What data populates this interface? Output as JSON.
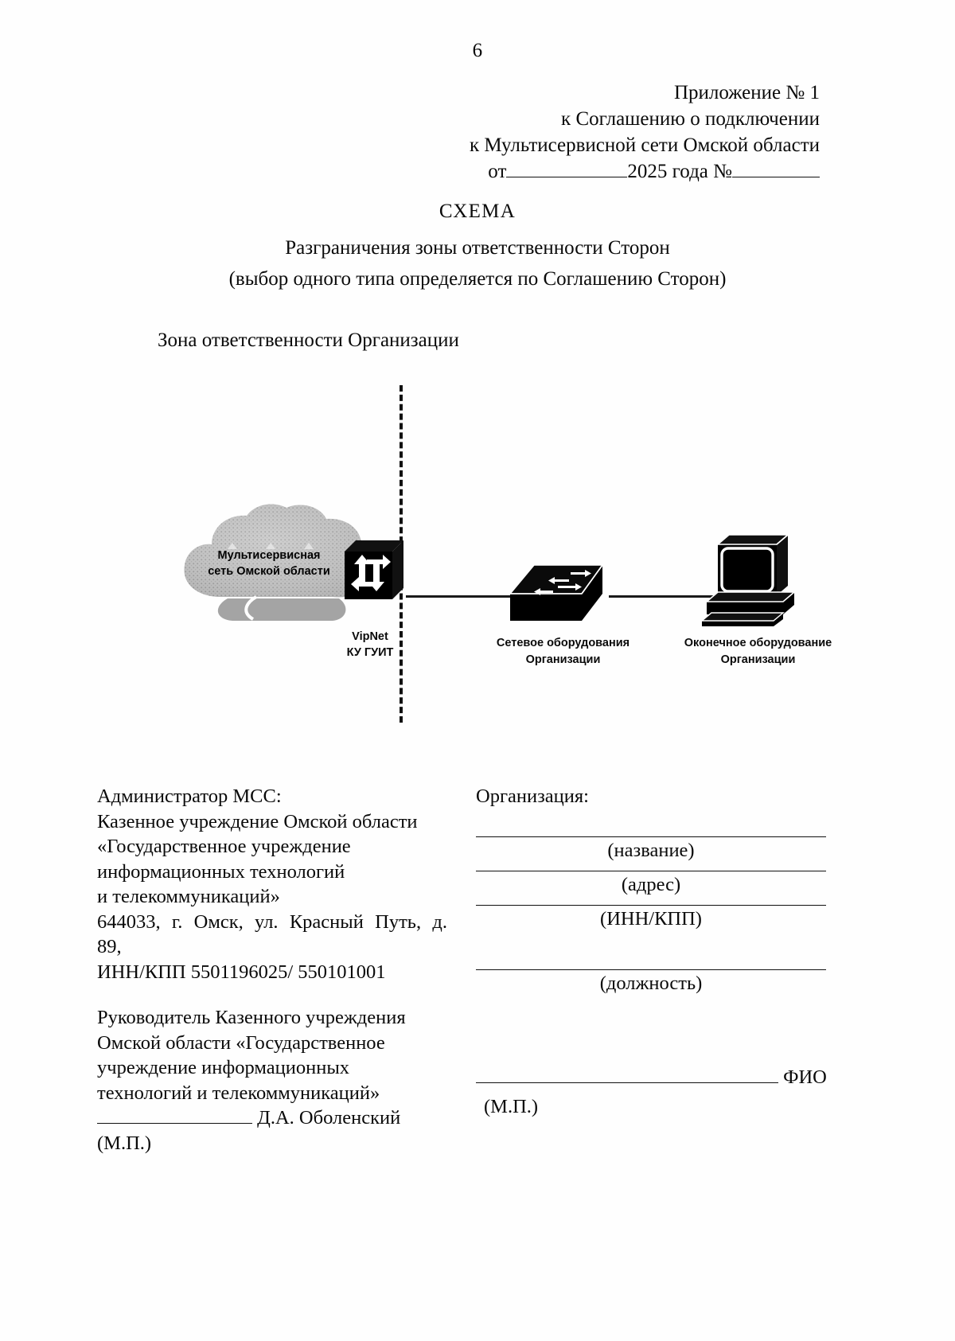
{
  "page": {
    "number": "6"
  },
  "header": {
    "line1": "Приложение № 1",
    "line2": "к Соглашению о подключении",
    "line3": "к Мультисервисной сети Омской области",
    "from_label": "от",
    "year_label": "2025 года №"
  },
  "titles": {
    "doc_title": "СХЕМА",
    "subtitle_1": "Разграничения зоны ответственности Сторон",
    "subtitle_2": "(выбор одного типа определяется по Соглашению Сторон)",
    "zone_label": "Зона ответственности Организации"
  },
  "diagram": {
    "cloud_label_line1": "Мультисервисная",
    "cloud_label_line2": "сеть Омской области",
    "vipnet_line1": "VipNet",
    "vipnet_line2": "КУ ГУИТ",
    "switch_line1": "Сетевое оборудования",
    "switch_line2": "Организации",
    "pc_line1": "Оконечное оборудование",
    "pc_line2": "Организации"
  },
  "signatures": {
    "left": {
      "role": "Администратор МСС:",
      "org_line1": "Казенное учреждение Омской области",
      "org_line2": "«Государственное учреждение",
      "org_line3": "информационных технологий",
      "org_line4": "и телекоммуникаций»",
      "address_line1": "644033, г. Омск, ул. Красный Путь, д.",
      "address_line2": "89,",
      "inn_kpp": "ИНН/КПП 5501196025/ 550101001",
      "director_line1": "Руководитель Казенного учреждения",
      "director_line2": "Омской области «Государственное",
      "director_line3": "учреждение информационных",
      "director_line4": "технологий и телекоммуникаций»",
      "director_name": "Д.А. Оболенский",
      "stamp": "(М.П.)"
    },
    "right": {
      "heading": "Организация:",
      "caption_name": "(название)",
      "caption_address": "(адрес)",
      "caption_inn": "(ИНН/КПП)",
      "caption_position": "(должность)",
      "fio_label": "ФИО",
      "stamp": "(М.П.)"
    }
  },
  "colors": {
    "text": "#0a0a0a",
    "rule": "#111111",
    "cloud_fill": "#b8b8b8",
    "device_fill": "#000000"
  }
}
